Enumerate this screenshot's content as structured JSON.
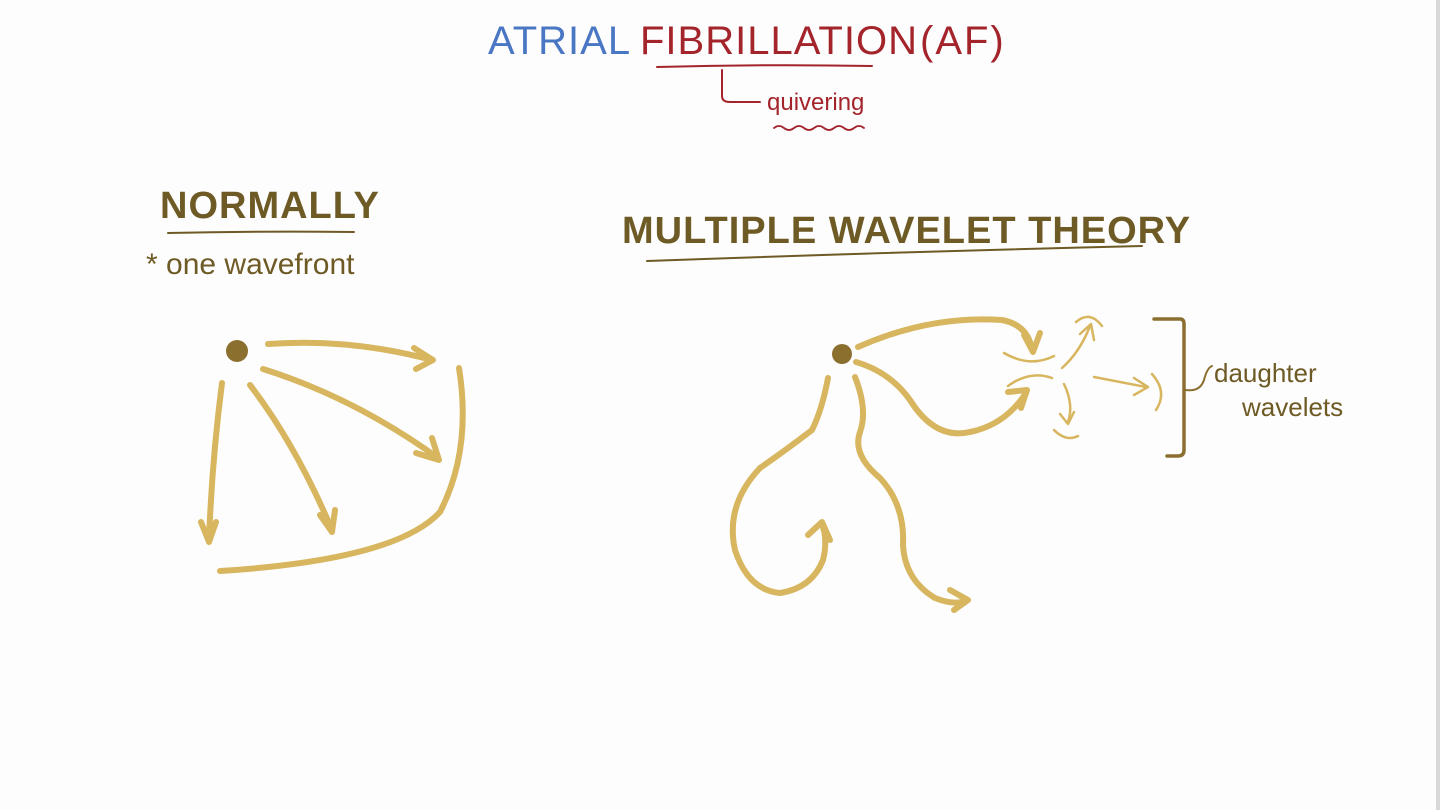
{
  "title": {
    "word_atrial": "ATRIAL",
    "word_fibrillation": "FIBRILLATION",
    "abbreviation": "(AF)",
    "annotation": "quivering"
  },
  "normally": {
    "heading": "NORMALLY",
    "note": "* one wavefront"
  },
  "multiple_wavelet": {
    "heading": "MULTIPLE WAVELET THEORY",
    "bracket_label_line1": "daughter",
    "bracket_label_line2": "wavelets"
  },
  "colors": {
    "blue_ink": "#4a77c4",
    "red_ink": "#a4242b",
    "brown_ink": "#6e5a25",
    "gold_ink": "#d8b65f",
    "background": "#fdfdfd"
  }
}
